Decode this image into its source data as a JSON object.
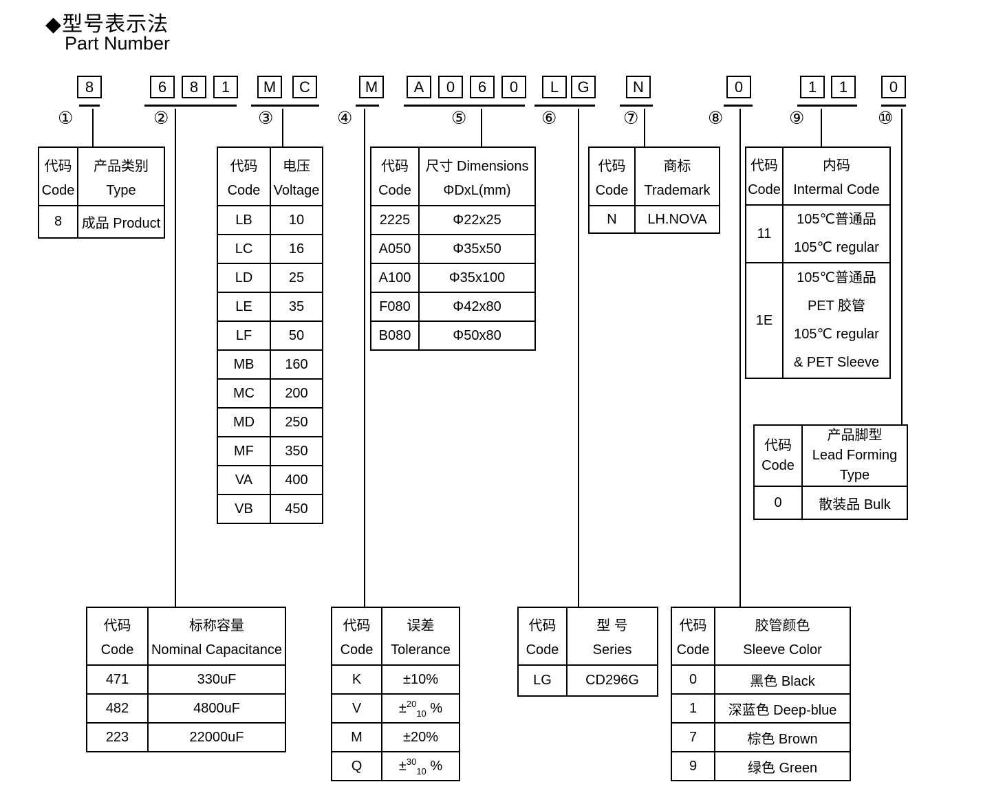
{
  "title": {
    "zh": "◆型号表示法",
    "en": "Part Number"
  },
  "pn": {
    "segments": [
      [
        "8"
      ],
      [
        "6",
        "8",
        "1"
      ],
      [
        "M",
        "C"
      ],
      [
        "M"
      ],
      [
        "A",
        "0",
        "6",
        "0"
      ],
      [
        "L",
        "G"
      ],
      [
        "N"
      ],
      [
        "0"
      ],
      [
        "1",
        "1"
      ],
      [
        "0"
      ]
    ],
    "markers": [
      "①",
      "②",
      "③",
      "④",
      "⑤",
      "⑥",
      "⑦",
      "⑧",
      "⑨",
      "⑩"
    ]
  },
  "tables": {
    "product_type": {
      "h1": [
        "代码",
        "Code"
      ],
      "h2": [
        "产品类别",
        "Type"
      ],
      "rows": [
        [
          "8",
          "成品 Product"
        ]
      ]
    },
    "voltage": {
      "h1": [
        "代码",
        "Code"
      ],
      "h2": [
        "电压",
        "Voltage"
      ],
      "rows": [
        [
          "LB",
          "10"
        ],
        [
          "LC",
          "16"
        ],
        [
          "LD",
          "25"
        ],
        [
          "LE",
          "35"
        ],
        [
          "LF",
          "50"
        ],
        [
          "MB",
          "160"
        ],
        [
          "MC",
          "200"
        ],
        [
          "MD",
          "250"
        ],
        [
          "MF",
          "350"
        ],
        [
          "VA",
          "400"
        ],
        [
          "VB",
          "450"
        ]
      ]
    },
    "dimensions": {
      "h1": [
        "代码",
        "Code"
      ],
      "h2": [
        "尺寸 Dimensions",
        "ΦDxL(mm)"
      ],
      "rows": [
        [
          "2225",
          "Φ22x25"
        ],
        [
          "A050",
          "Φ35x50"
        ],
        [
          "A100",
          "Φ35x100"
        ],
        [
          "F080",
          "Φ42x80"
        ],
        [
          "B080",
          "Φ50x80"
        ]
      ]
    },
    "trademark": {
      "h1": [
        "代码",
        "Code"
      ],
      "h2": [
        "商标",
        "Trademark"
      ],
      "rows": [
        [
          "N",
          "LH.NOVA"
        ]
      ]
    },
    "internal_code": {
      "h1": [
        "代码",
        "Code"
      ],
      "h2": [
        "内码",
        "Intermal Code"
      ],
      "rows": [
        {
          "code": "11",
          "lines": [
            "105℃普通品",
            "105℃ regular"
          ]
        },
        {
          "code": "1E",
          "lines": [
            "105℃普通品",
            "PET 胶管",
            "105℃ regular",
            "& PET Sleeve"
          ]
        }
      ]
    },
    "lead_forming": {
      "h1": [
        "代码",
        "Code"
      ],
      "h2": [
        "产品脚型",
        "Lead Forming",
        "Type"
      ],
      "rows": [
        [
          "0",
          "散装品 Bulk"
        ]
      ]
    },
    "capacitance": {
      "h1": [
        "代码",
        "Code"
      ],
      "h2": [
        "标称容量",
        "Nominal Capacitance"
      ],
      "rows": [
        [
          "471",
          "330uF"
        ],
        [
          "482",
          "4800uF"
        ],
        [
          "223",
          "22000uF"
        ]
      ]
    },
    "tolerance": {
      "h1": [
        "代码",
        "Code"
      ],
      "h2": [
        "误差",
        "Tolerance"
      ],
      "rows": [
        {
          "code": "K",
          "pre": "±10%",
          "sup": "",
          "sub": "",
          "post": ""
        },
        {
          "code": "V",
          "pre": "±",
          "sup": "20",
          "sub": "10",
          "post": " %"
        },
        {
          "code": "M",
          "pre": "±20%",
          "sup": "",
          "sub": "",
          "post": ""
        },
        {
          "code": "Q",
          "pre": "±",
          "sup": "30",
          "sub": "10",
          "post": " %"
        }
      ]
    },
    "series": {
      "h1": [
        "代码",
        "Code"
      ],
      "h2": [
        "型 号",
        "Series"
      ],
      "rows": [
        [
          "LG",
          "CD296G"
        ]
      ]
    },
    "sleeve_color": {
      "h1": [
        "代码",
        "Code"
      ],
      "h2": [
        "胶管颜色",
        "Sleeve Color"
      ],
      "rows": [
        [
          "0",
          "黑色 Black"
        ],
        [
          "1",
          "深蓝色 Deep-blue"
        ],
        [
          "7",
          "棕色 Brown"
        ],
        [
          "9",
          "绿色 Green"
        ]
      ]
    }
  }
}
